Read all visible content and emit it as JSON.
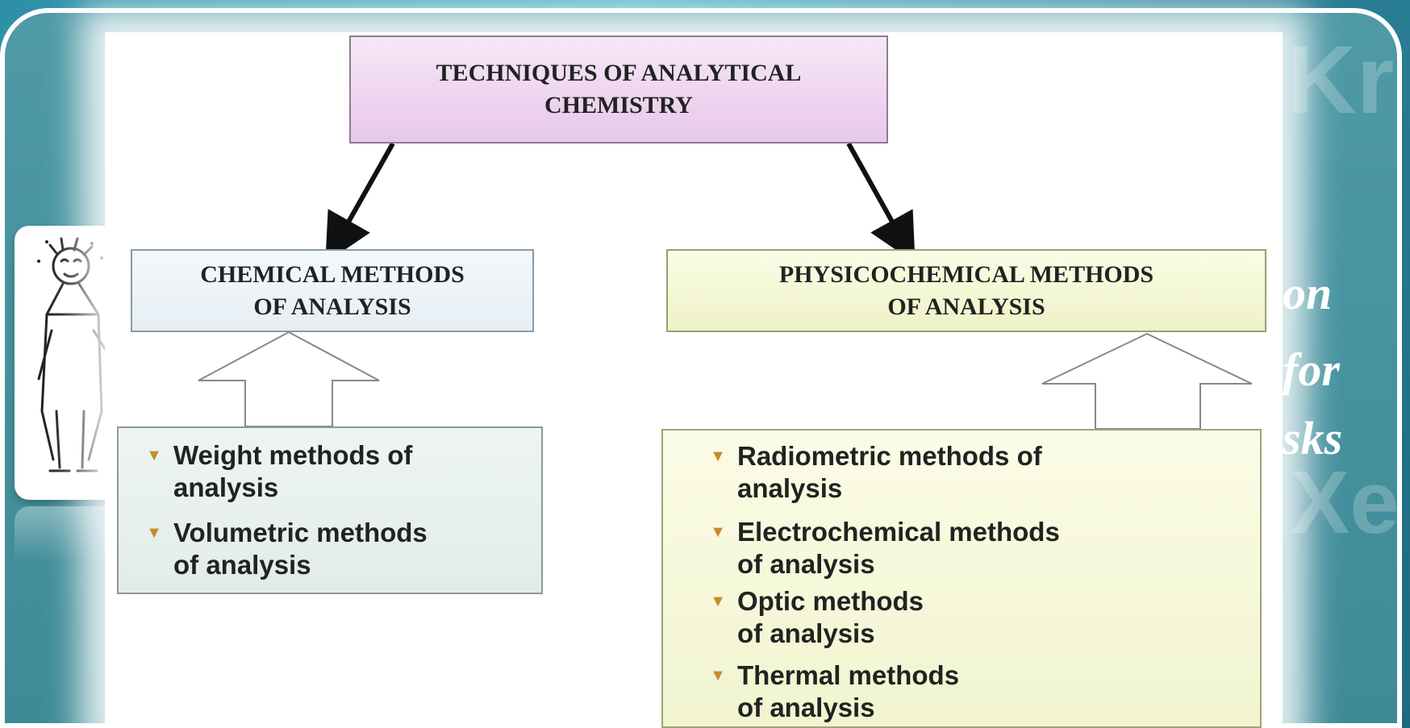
{
  "diagram": {
    "root": {
      "label": "TECHNIQUES OF ANALYTICAL\nCHEMISTRY"
    },
    "branches": [
      {
        "label": "CHEMICAL METHODS\nOF ANALYSIS",
        "items": [
          "Weight methods of\nanalysis",
          "Volumetric methods\nof analysis"
        ]
      },
      {
        "label": "PHYSICOCHEMICAL METHODS\nOF ANALYSIS",
        "items": [
          "Radiometric methods of\nanalysis",
          "Electrochemical methods\nof analysis",
          "Optic methods\nof analysis",
          "Thermal methods\nof analysis"
        ]
      }
    ]
  },
  "side_text": [
    "on",
    "for",
    "sks"
  ],
  "background": {
    "watermarks": [
      "Kr",
      "Xe"
    ]
  },
  "colors": {
    "root_box": "#e8c8ea",
    "chemical_box": "#e6eef4",
    "physicochemical_box": "#eef2c6",
    "bullet": "#c98a2e",
    "arrow": "#111111"
  }
}
